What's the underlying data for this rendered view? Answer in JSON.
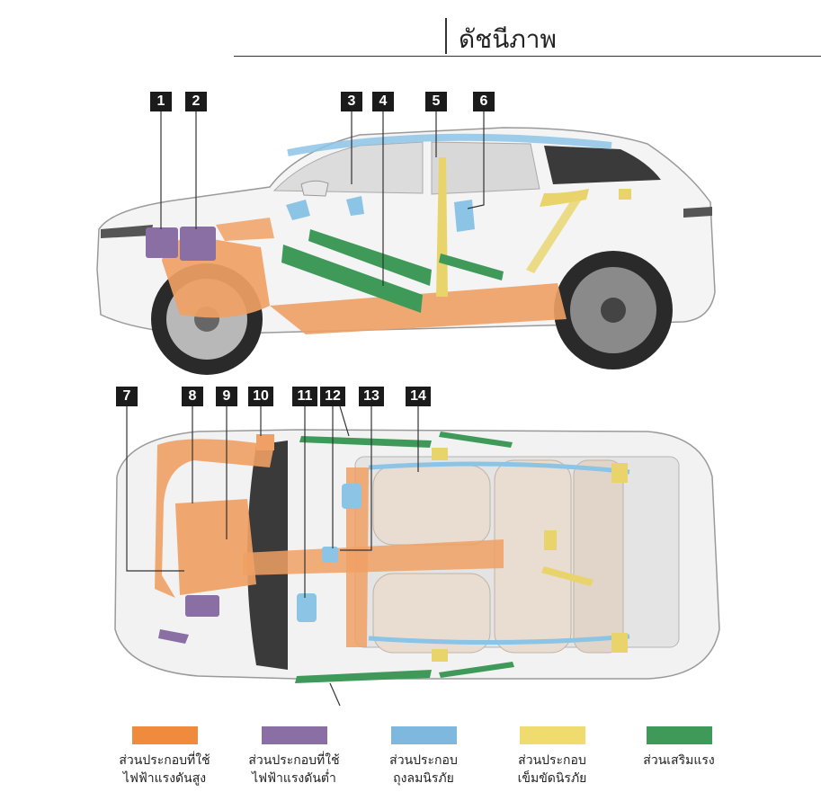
{
  "title": "ดัชนีภาพ",
  "callouts": [
    "1",
    "2",
    "3",
    "4",
    "5",
    "6",
    "7",
    "8",
    "9",
    "10",
    "11",
    "12",
    "13",
    "14"
  ],
  "legend": [
    {
      "label": "ส่วนประกอบที่ใช้\nไฟฟ้าแรงดันสูง",
      "color": "#f08a3c"
    },
    {
      "label": "ส่วนประกอบที่ใช้\nไฟฟ้าแรงดันต่ำ",
      "color": "#8a6fa4"
    },
    {
      "label": "ส่วนประกอบ\nถุงลมนิรภัย",
      "color": "#7fb8de"
    },
    {
      "label": "ส่วนประกอบ\nเข็มขัดนิรภัย",
      "color": "#f0dc6e"
    },
    {
      "label": "ส่วนเสริมแรง",
      "color": "#3f9a5a"
    }
  ]
}
